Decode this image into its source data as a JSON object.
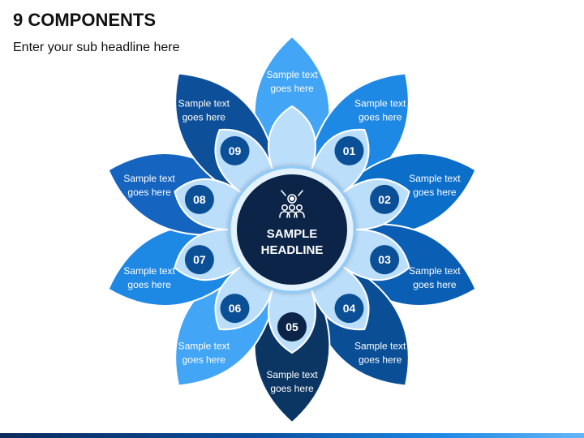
{
  "header": {
    "title": "9 COMPONENTS",
    "subtitle": "Enter your sub headline here"
  },
  "center": {
    "headline_line1": "SAMPLE",
    "headline_line2": "HEADLINE",
    "icon": "team-group-icon"
  },
  "petals": [
    {
      "number": "01",
      "line1": "Sample text",
      "line2": "goes here"
    },
    {
      "number": "02",
      "line1": "Sample text",
      "line2": "goes here"
    },
    {
      "number": "03",
      "line1": "Sample text",
      "line2": "goes here"
    },
    {
      "number": "04",
      "line1": "Sample text",
      "line2": "goes here"
    },
    {
      "number": "05",
      "line1": "Sample text",
      "line2": "goes here"
    },
    {
      "number": "06",
      "line1": "Sample text",
      "line2": "goes here"
    },
    {
      "number": "07",
      "line1": "Sample text",
      "line2": "goes here"
    },
    {
      "number": "08",
      "line1": "Sample text",
      "line2": "goes here"
    },
    {
      "number": "09",
      "line1": "Sample text",
      "line2": "goes here"
    },
    {
      "number": "",
      "line1": "Sample text",
      "line2": "goes here"
    }
  ],
  "colors": {
    "petal_01": "#1e88e5",
    "petal_02": "#0b6fc9",
    "petal_03": "#0a5fb4",
    "petal_04": "#0a4f96",
    "petal_05": "#0b3563",
    "petal_06": "#42a5f5",
    "petal_07": "#1e88e5",
    "petal_08": "#1565c0",
    "petal_09": "#0d4f99",
    "petal_top": "#42a5f5",
    "ring_light": "#bbdefb",
    "center_dark": "#0b2447",
    "number_circle": "#0b4f96"
  }
}
